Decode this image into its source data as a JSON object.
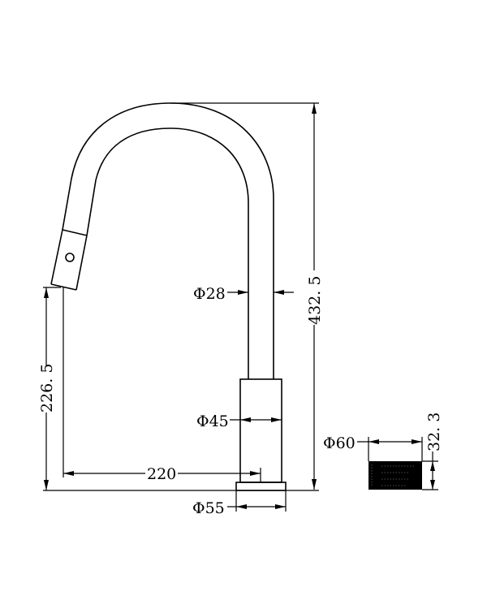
{
  "diagram": {
    "subject": "pull-out kitchen mixer faucet – dimensioned side elevation",
    "colors": {
      "line": "#000000",
      "background": "#ffffff",
      "aerator_fill": "#000000"
    },
    "dimensions": {
      "total_height": "432. 5",
      "spout_outlet_height": "226. 5",
      "spout_reach": "220",
      "spout_diameter": "Φ28",
      "body_diameter": "Φ45",
      "base_diameter": "Φ55",
      "aerator_diameter": "Φ60",
      "aerator_height": "32. 3"
    },
    "parts": [
      {
        "name": "gooseneck-spout"
      },
      {
        "name": "pull-out-spray-head"
      },
      {
        "name": "spray-button"
      },
      {
        "name": "faucet-body"
      },
      {
        "name": "base-plate"
      },
      {
        "name": "aerator-detail"
      }
    ]
  }
}
